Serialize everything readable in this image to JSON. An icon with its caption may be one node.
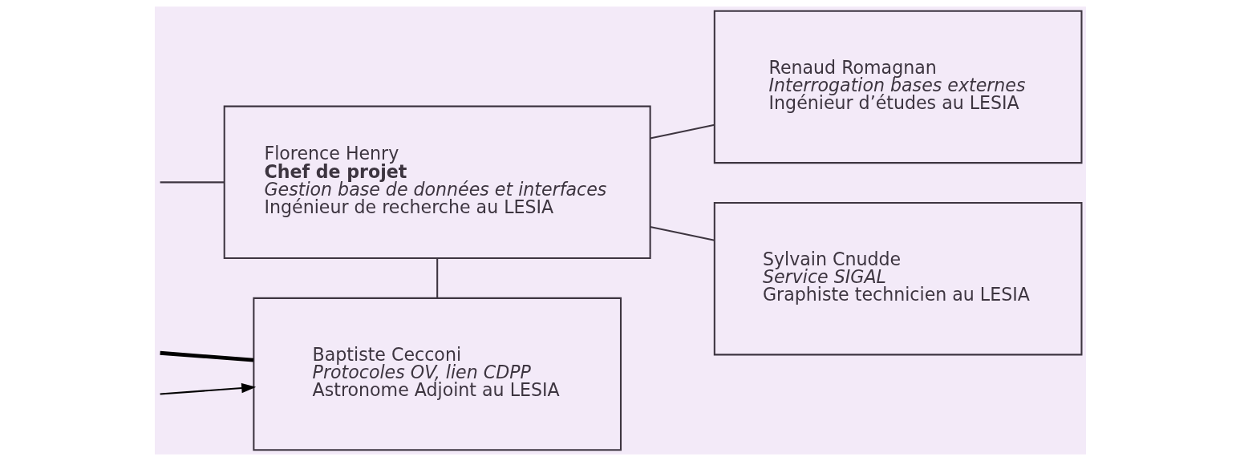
{
  "diagram": {
    "nodes": [
      {
        "text": [
          "Florence Henry",
          "Chef de projet",
          "Gestion base de données et interfaces",
          "Ingénieur de recherche au LESIA"
        ]
      },
      {
        "text": [
          "Renaud Romagnan",
          "Interrogation bases externes",
          "Ingénieur d’études au LESIA"
        ]
      },
      {
        "text": [
          "Baptiste Cecconi",
          "Protocoles OV, lien CDPP",
          "Astronome Adjoint au LESIA"
        ]
      },
      {
        "text": [
          "Sylvain Cnudde",
          "Service SIGAL",
          "Graphiste technicien au LESIA"
        ]
      }
    ],
    "edges": [
      {
        "from": 0,
        "to": 1,
        "arrow": "none"
      },
      {
        "from": 0,
        "to": 2,
        "arrow": "none"
      },
      {
        "from": 0,
        "to": 3,
        "arrow": "none"
      },
      {
        "from": null,
        "to": 0,
        "arrow": "none"
      },
      {
        "from": null,
        "to": 2,
        "arrow": "none",
        "style": "thick",
        "color": "#000000"
      },
      {
        "from": null,
        "to": 2,
        "arrow": "to",
        "color": "#000000"
      }
    ]
  }
}
